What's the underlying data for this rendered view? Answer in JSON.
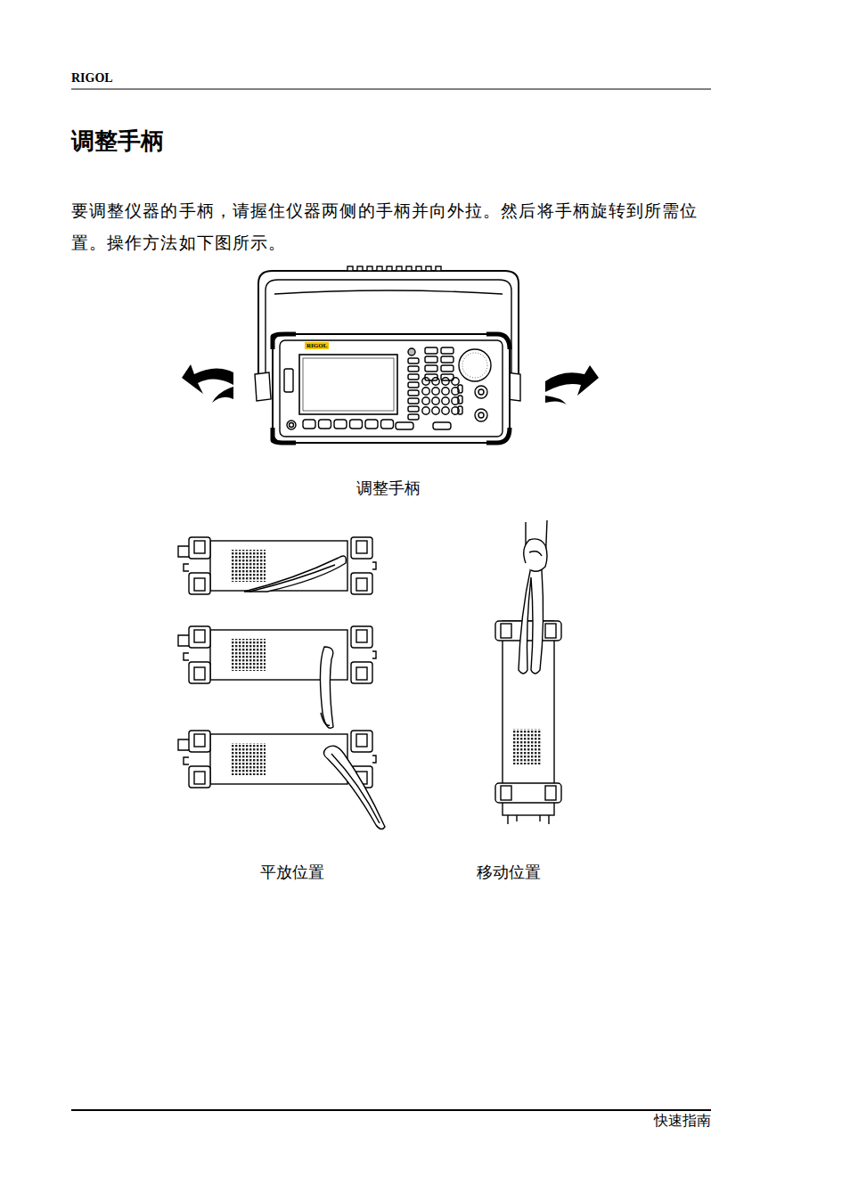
{
  "diagram": {
    "title": "调整手柄",
    "labels": [
      "RIGOL",
      "要调整仪器的手柄，请握住仪器两侧的手柄并向外拉。然后将手柄旋转到所需位置。操作方法如下图所示。",
      "RIGOL",
      "调整手柄",
      "平放位置",
      "移动位置",
      "快速指南"
    ]
  }
}
